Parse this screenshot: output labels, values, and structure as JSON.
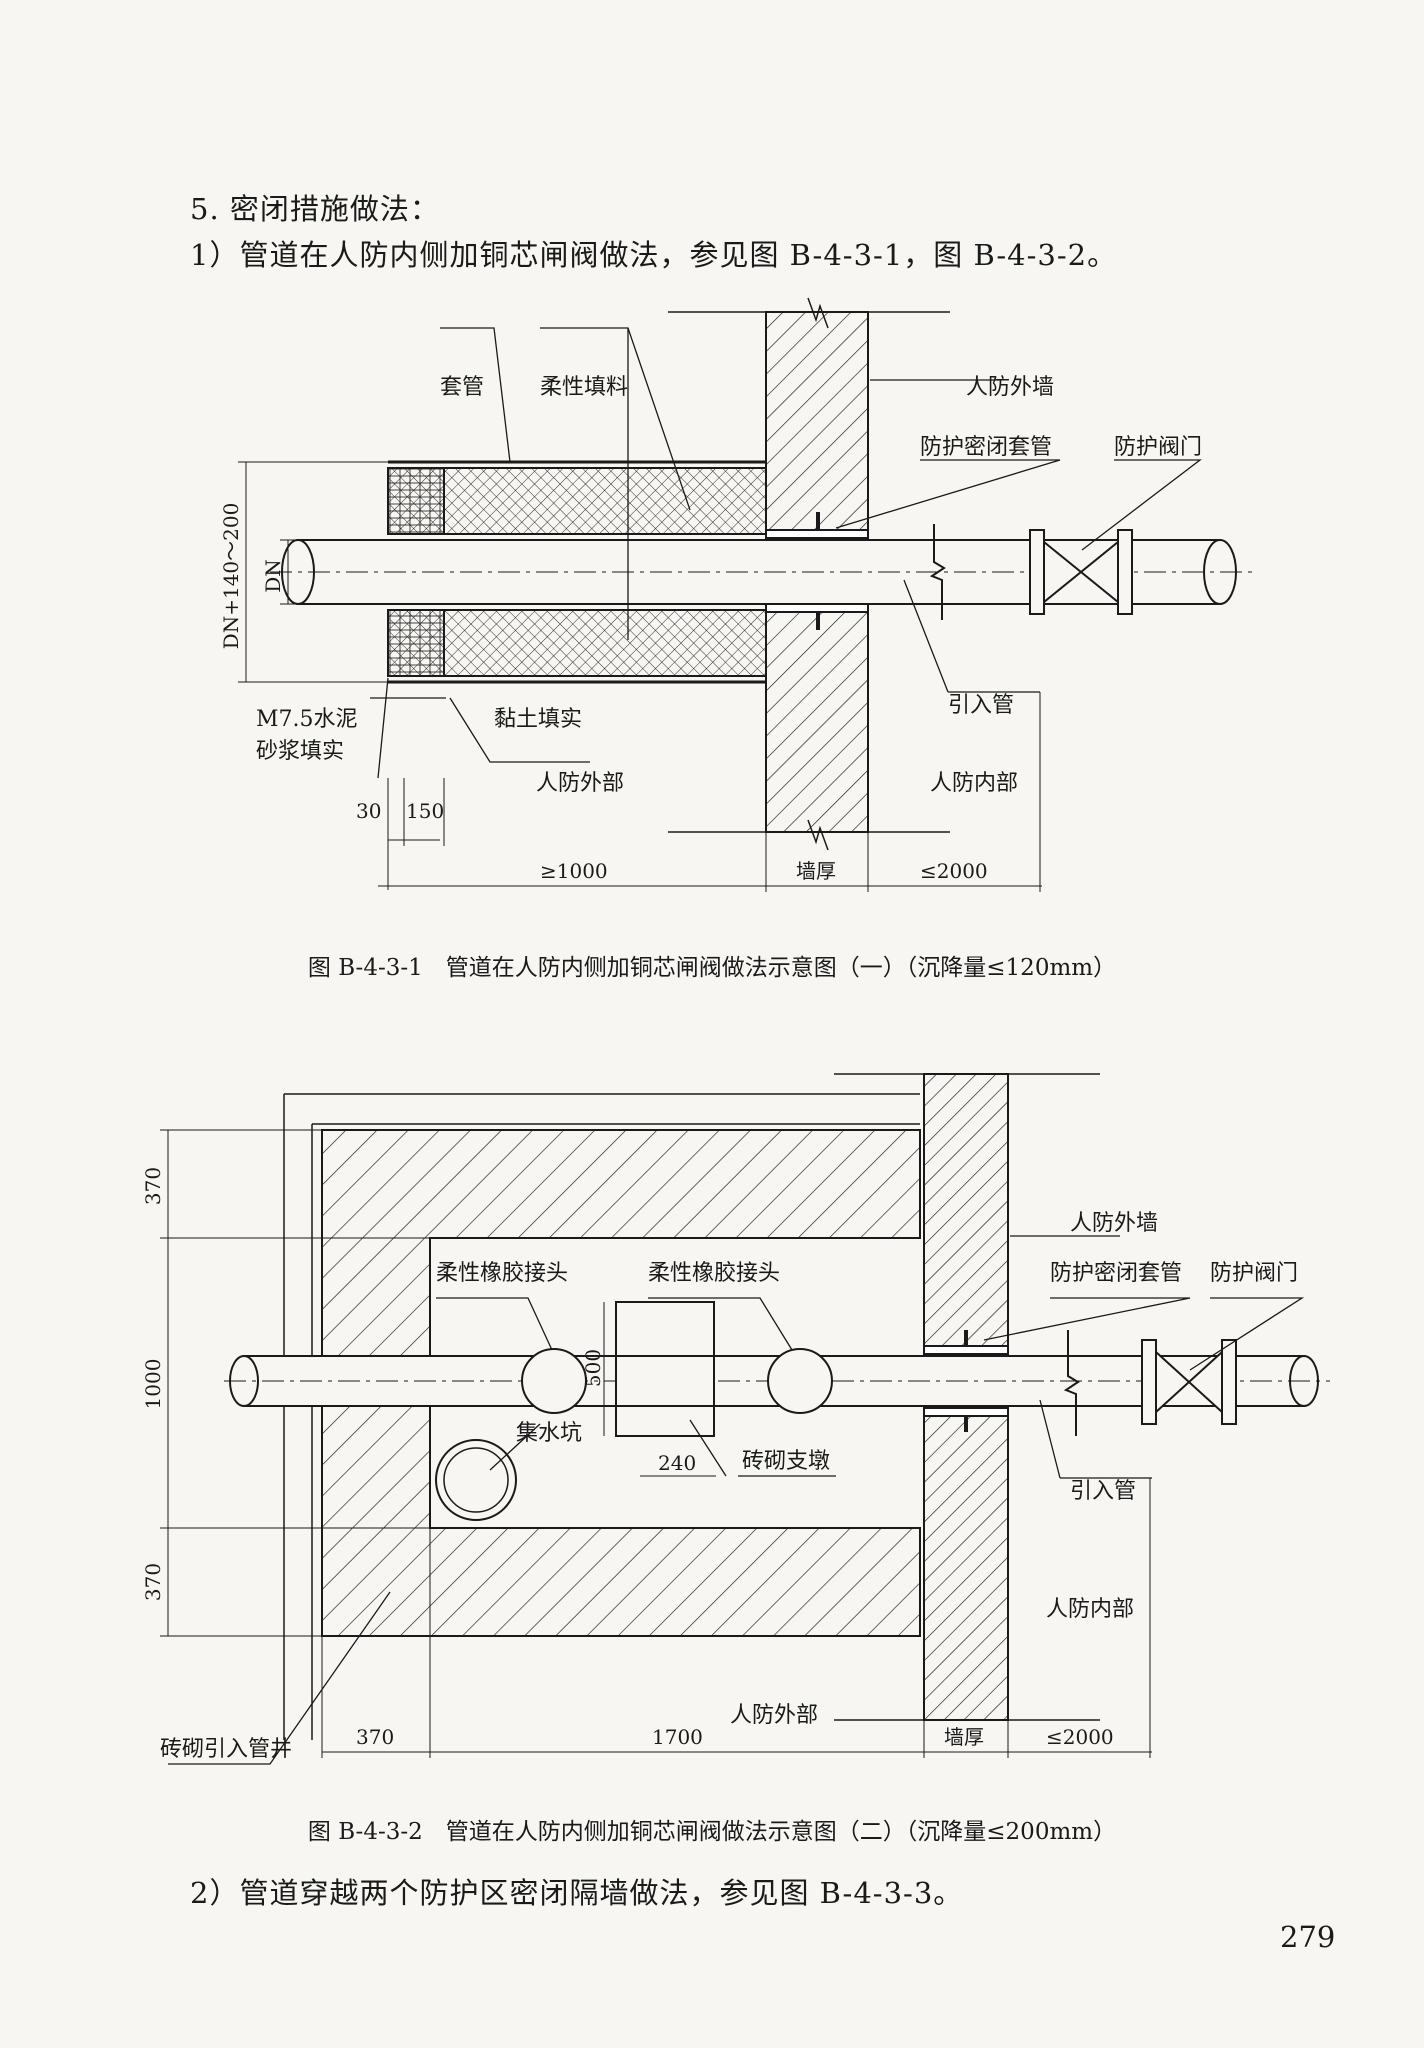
{
  "section": {
    "heading": "5. 密闭措施做法：",
    "item1": "1）管道在人防内侧加铜芯闸阀做法，参见图 B-4-3-1，图 B-4-3-2。",
    "item2": "2）管道穿越两个防护区密闭隔墙做法，参见图 B-4-3-3。"
  },
  "figure1": {
    "caption": "图 B-4-3-1　管道在人防内侧加铜芯闸阀做法示意图（一）（沉降量≤120mm）",
    "labels": {
      "sleeve": "套管",
      "flex_fill": "柔性填料",
      "outer_wall": "人防外墙",
      "protective_sleeve": "防护密闭套管",
      "protective_valve": "防护阀门",
      "mortar_1": "M7.5水泥",
      "mortar_2": "砂浆填实",
      "clay": "黏土填实",
      "inlet_pipe": "引入管",
      "outside": "人防外部",
      "inside": "人防内部",
      "dn_range": "DN+140～200",
      "dn": "DN"
    },
    "dims": {
      "d30": "30",
      "d150": "150",
      "d1000": "≥1000",
      "wall": "墙厚",
      "d2000": "≤2000"
    }
  },
  "figure2": {
    "caption": "图 B-4-3-2　管道在人防内侧加铜芯闸阀做法示意图（二）（沉降量≤200mm）",
    "labels": {
      "rubber_joint_1": "柔性橡胶接头",
      "rubber_joint_2": "柔性橡胶接头",
      "outer_wall": "人防外墙",
      "protective_sleeve": "防护密闭套管",
      "protective_valve": "防护阀门",
      "sump": "集水坑",
      "brick_pier": "砖砌支墩",
      "inlet_pipe": "引入管",
      "inside": "人防内部",
      "outside": "人防外部",
      "brick_well": "砖砌引入管井"
    },
    "dims": {
      "d370_top": "370",
      "d1000": "1000",
      "d370_bottom": "370",
      "d500": "500",
      "d240": "240",
      "d370_h": "370",
      "d1700": "1700",
      "wall": "墙厚",
      "d2000": "≤2000"
    }
  },
  "page_number": "279"
}
